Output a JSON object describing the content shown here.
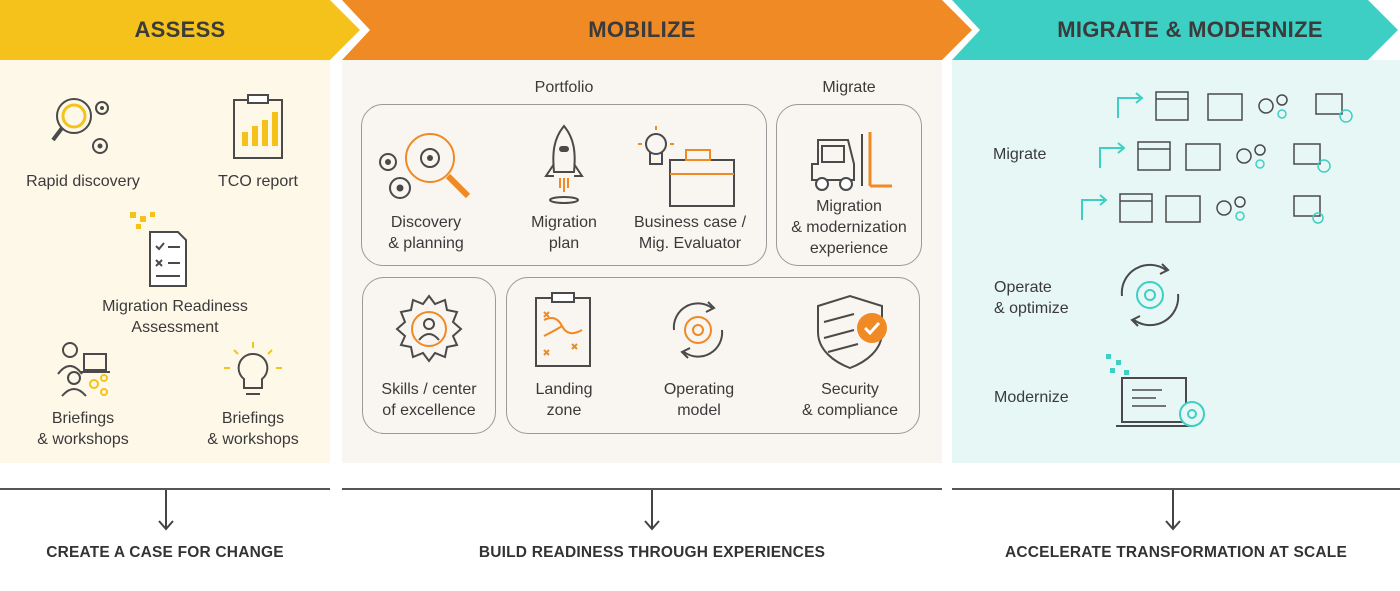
{
  "phases": {
    "assess": {
      "title": "ASSESS",
      "color": "#f5c21b",
      "items": [
        {
          "label": "Rapid discovery"
        },
        {
          "label": "TCO report"
        },
        {
          "label": "Migration Readiness\nAssessment"
        },
        {
          "label": "Briefings\n& workshops"
        },
        {
          "label": "Briefings\n& workshops"
        }
      ],
      "outcome": "CREATE A CASE FOR CHANGE"
    },
    "mobilize": {
      "title": "MOBILIZE",
      "color": "#ef8a24",
      "portfolio_title": "Portfolio",
      "migrate_title": "Migrate",
      "items": [
        {
          "label": "Discovery\n& planning"
        },
        {
          "label": "Migration\nplan"
        },
        {
          "label": "Business case /\nMig. Evaluator"
        },
        {
          "label": "Migration\n& modernization\nexperience"
        },
        {
          "label": "Skills / center\nof excellence"
        },
        {
          "label": "Landing\nzone"
        },
        {
          "label": "Operating\nmodel"
        },
        {
          "label": "Security\n& compliance"
        }
      ],
      "outcome": "BUILD READINESS THROUGH EXPERIENCES"
    },
    "migrate": {
      "title": "MIGRATE & MODERNIZE",
      "color": "#3ecfc4",
      "items": [
        {
          "label": "Migrate"
        },
        {
          "label": "Operate\n& optimize"
        },
        {
          "label": "Modernize"
        }
      ],
      "outcome": "ACCELERATE TRANSFORMATION AT SCALE"
    }
  },
  "colors": {
    "icon_stroke": "#4a4a4a",
    "accent_orange": "#ef8a24",
    "accent_teal": "#3ecfc4",
    "accent_yellow": "#f5c21b"
  }
}
